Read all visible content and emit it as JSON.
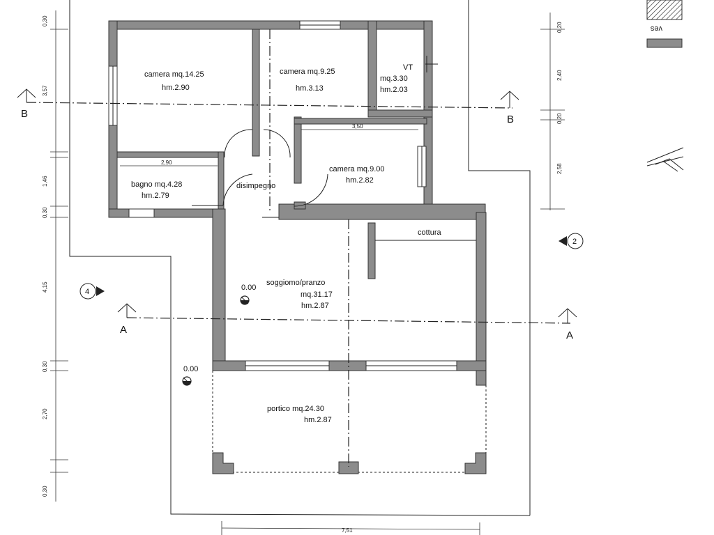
{
  "rooms": {
    "camera1": {
      "name": "camera mq.14.25",
      "height": "hm.2.90"
    },
    "camera2": {
      "name": "camera mq.9.25",
      "height": "hm.3.13"
    },
    "vt": {
      "name": "VT",
      "area": "mq.3.30",
      "height": "hm.2.03"
    },
    "camera3": {
      "name": "camera mq.9.00",
      "height": "hm.2.82"
    },
    "bagno": {
      "name": "bagno mq.4.28",
      "height": "hm.2.79"
    },
    "disimpegno": {
      "name": "disimpegno"
    },
    "cottura": {
      "name": "cottura"
    },
    "soggiorno": {
      "name": "soggiomo/pranzo",
      "area": "mq.31.17",
      "height": "hm.2.87"
    },
    "portico": {
      "name": "portico mq.24.30",
      "height": "hm.2.87"
    }
  },
  "inner_dims": {
    "bagno_width": "2,90",
    "camera3_width": "3,50"
  },
  "levels": {
    "interior": "0.00",
    "exterior": "0.00"
  },
  "sections": {
    "a_left": "A",
    "a_right": "A",
    "b_left": "B",
    "b_right": "B"
  },
  "view_markers": {
    "left": "4",
    "right": "2"
  },
  "left_dims": [
    "0,30",
    "3,57",
    "1,46",
    "0,30",
    "4,15",
    "0,30",
    "2,70",
    "0,30"
  ],
  "right_dims": [
    "0,20",
    "2,40",
    "0,20",
    "2,58"
  ],
  "bottom_dim": "7,51",
  "legend": {
    "label": "ves"
  }
}
